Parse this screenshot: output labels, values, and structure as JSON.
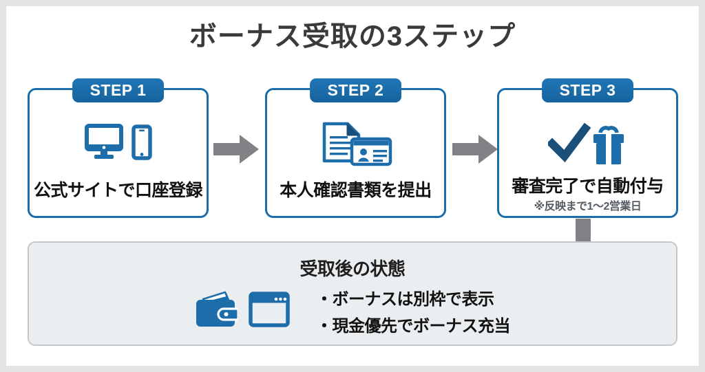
{
  "title": "ボーナス受取の3ステップ",
  "colors": {
    "brand_blue": "#1b6caa",
    "icon_blue": "#1d6dab",
    "check_navy": "#1a4f7a",
    "arrow_gray": "#808285",
    "panel_bg": "#ebeef0",
    "panel_border": "#c3c7ca",
    "title_gray": "#3a3a3a",
    "note_gray": "#555c63",
    "frame_gray": "#e2e3e5"
  },
  "steps": [
    {
      "badge": "STEP 1",
      "label": "公式サイトで口座登録",
      "note": "",
      "icons": [
        "monitor-icon",
        "smartphone-icon"
      ]
    },
    {
      "badge": "STEP 2",
      "label": "本人確認書類を提出",
      "note": "",
      "icons": [
        "document-icon",
        "id-card-icon"
      ]
    },
    {
      "badge": "STEP 3",
      "label": "審査完了で自動付与",
      "note": "※反映まで1〜2営業日",
      "icons": [
        "check-icon",
        "gift-icon"
      ]
    }
  ],
  "connectors": [
    {
      "name": "arrow-right-step1-step2",
      "direction": "right"
    },
    {
      "name": "arrow-right-step2-step3",
      "direction": "right"
    },
    {
      "name": "arrow-down-step3-result",
      "direction": "down"
    }
  ],
  "result_panel": {
    "heading": "受取後の状態",
    "icons": [
      "wallet-icon",
      "browser-window-icon"
    ],
    "bullets": [
      "・ボーナスは別枠で表示",
      "・現金優先でボーナス充当"
    ]
  }
}
